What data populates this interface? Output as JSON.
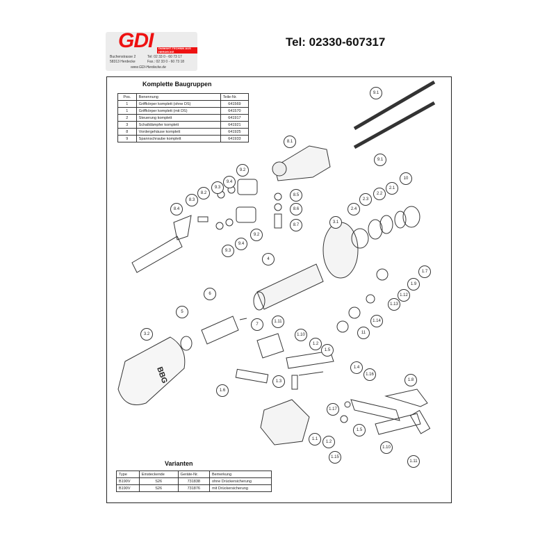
{
  "header": {
    "logo": {
      "brand": "GDI",
      "tagline": "DIAMANT-TECHNIK AUS HERDECKE",
      "street": "Buchenstrasse 2",
      "city": "58313 Herdecke",
      "tel": "Tel:   02 33 0 - 60 73 17",
      "fax": "Fax.: 02 33 0 - 60 73 18",
      "web": "www.GDI-Herdecke.de"
    },
    "phone": "Tel: 02330-607317"
  },
  "assemblies": {
    "title": "Komplette Baugruppen",
    "columns": [
      "Pos.",
      "Benennung",
      "Teile-Nr."
    ],
    "rows": [
      [
        "1",
        "Griffkörper komplett (ohne DS)",
        "641569"
      ],
      [
        "1",
        "Griffkörper komplett (mit DS)",
        "641570"
      ],
      [
        "2",
        "Steuerung komplett",
        "641917"
      ],
      [
        "3",
        "Schalldämpfer komplett",
        "641921"
      ],
      [
        "8",
        "Vordergehäuse komplett",
        "641925"
      ],
      [
        "9",
        "Spannschraube komplett",
        "641933"
      ]
    ]
  },
  "variants": {
    "title": "Varianten",
    "columns": [
      "Type",
      "Einsteckende",
      "Geräte-Nr.",
      "Bemerkung"
    ],
    "rows": [
      [
        "B190V",
        "S26",
        "731838",
        "ohne Drückersicherung"
      ],
      [
        "B190V",
        "S26",
        "731876",
        "mit Drückersicherung"
      ]
    ]
  },
  "diagram": {
    "housing_text": "BBG",
    "callouts": [
      "9.1",
      "9.1",
      "8.1",
      "9.2",
      "9.4",
      "9.3",
      "8.2",
      "8.3",
      "8.4",
      "8.5",
      "8.6",
      "8.7",
      "9.2",
      "9.4",
      "9.3",
      "10",
      "2.1",
      "2.2",
      "2.3",
      "2.4",
      "3.1",
      "4",
      "1.7",
      "1.9",
      "1.12",
      "1.13",
      "1.14",
      "11",
      "5",
      "6",
      "7",
      "1.11",
      "3.2",
      "1.10",
      "1.2",
      "1.5",
      "1.4",
      "1.16",
      "1.8",
      "1.3",
      "1.6",
      "1.17",
      "1.5",
      "1.2",
      "1.1",
      "1.10",
      "1.15",
      "1.11"
    ]
  }
}
